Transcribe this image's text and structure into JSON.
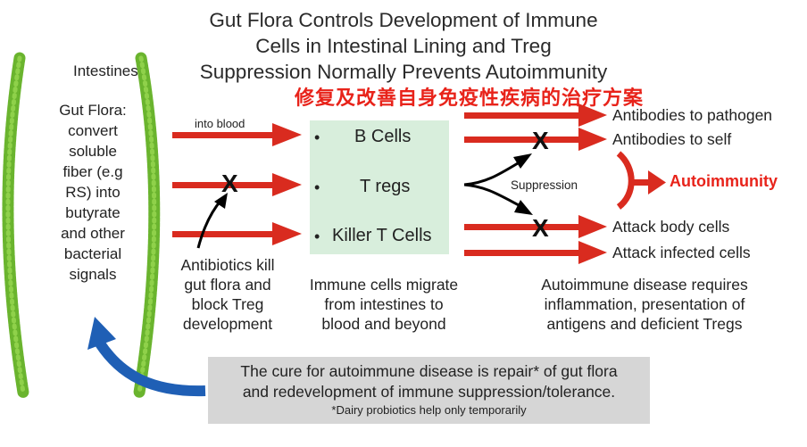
{
  "title": {
    "line1": "Gut Flora Controls Development of Immune",
    "line2": "Cells in Intestinal Lining and Treg",
    "line3": "Suppression Normally Prevents Autoimmunity"
  },
  "chinese_caption": "修复及改善自身免疫性疾病的治疗方案",
  "intestines": {
    "label": "Intestines",
    "flora_lines": [
      "Gut Flora:",
      "convert",
      "soluble",
      "fiber (e.g",
      "RS) into",
      "butyrate",
      "and other",
      "bacterial",
      "signals"
    ]
  },
  "arrows": {
    "into_blood": "into blood",
    "x_mark": "X",
    "suppression": "Suppression"
  },
  "cells": {
    "bullet": "•",
    "items": [
      "B Cells",
      "T regs",
      "Killer T Cells"
    ]
  },
  "antibiotics": {
    "lines": [
      "Antibiotics kill",
      "gut flora and",
      "block Treg",
      "development"
    ]
  },
  "migration": {
    "lines": [
      "Immune cells migrate",
      "from intestines to",
      "blood and beyond"
    ]
  },
  "outcomes": {
    "antibodies_pathogen": "Antibodies to pathogen",
    "antibodies_self": "Antibodies to self",
    "attack_body": "Attack body cells",
    "attack_infected": "Attack infected cells",
    "autoimmunity": "Autoimmunity"
  },
  "autoimmune_requirements": {
    "lines": [
      "Autoimmune disease requires",
      "inflammation, presentation of",
      "antigens and deficient Tregs"
    ]
  },
  "cure": {
    "line1": "The cure for autoimmune disease is repair* of gut flora",
    "line2": "and redevelopment of immune suppression/tolerance.",
    "note": "*Dairy probiotics help only temporarily"
  },
  "colors": {
    "red_arrow": "#d92b1f",
    "green_intestine": "#6ab42e",
    "blue_arrow": "#1f5fb5",
    "cells_box": "#d8eedc",
    "cure_box": "#d6d6d6",
    "autoimmunity_text": "#e8231a"
  }
}
